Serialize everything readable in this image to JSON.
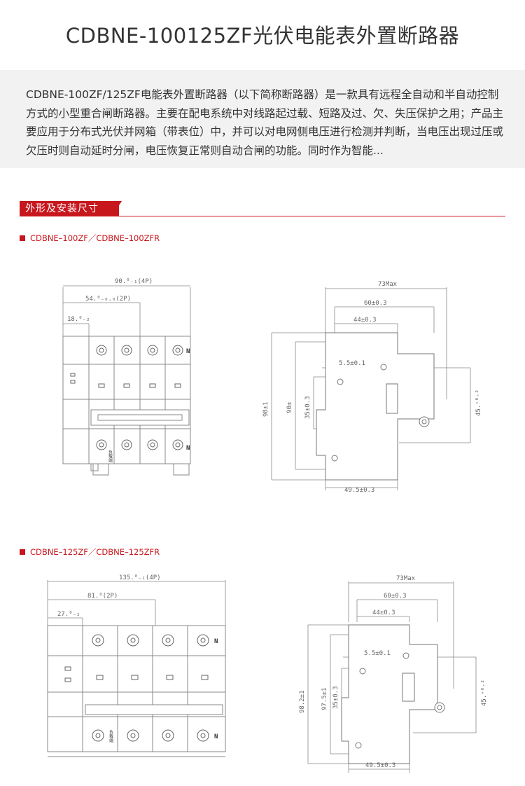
{
  "title": "CDBNE-100125ZF光伏电能表外置断路器",
  "intro": "CDBNE-100ZF/125ZF电能表外置断路器（以下简称断路器）是一款具有远程全自动和半自动控制方式的小型重合闸断路器。主要在配电系统中对线路起过载、短路及过、欠、失压保护之用；产品主要应用于分布式光伏并网箱（带表位）中，并可以对电网侧电压进行检测并判断，当电压出现过压或欠压时则自动延时分闸，电压恢复正常则自动合闸的功能。同时作为智能...",
  "section": {
    "title": "外形及安装尺寸"
  },
  "models": [
    {
      "label": "CDBNE–100ZF／CDBNE–100ZFR",
      "front": {
        "dim_total": "90.⁰₋₁(4P)",
        "dim_2p": "54.⁰₋₀.₈(2P)",
        "dim_pole": "18.⁰₋₂",
        "terminal_mark": "N",
        "load_mark": "负载端"
      },
      "side": {
        "dim_max": "73Max",
        "dim_60": "60±0.3",
        "dim_44": "44±0.3",
        "dim_55": "5.5±0.1",
        "dim_height": "98±1",
        "dim_90": "90±",
        "dim_35": "35±0.3",
        "dim_458": "45.⁺⁰·²",
        "dim_bottom": "49.5±0.3"
      }
    },
    {
      "label": "CDBNE–125ZF／CDBNE–125ZFR",
      "front": {
        "dim_total": "135.⁰₋₁(4P)",
        "dim_2p": "81.⁰(2P)",
        "dim_pole": "27.⁰₋₂",
        "terminal_mark": "N",
        "load_mark": "负载端"
      },
      "side": {
        "dim_max": "73Max",
        "dim_60": "60±0.3",
        "dim_44": "44±0.3",
        "dim_55": "5.5±0.1",
        "dim_height": "98.2±1",
        "dim_90": "97.5±1",
        "dim_35": "35±0.3",
        "dim_458": "45.⁺⁰·²",
        "dim_bottom": "49.5±0.3"
      }
    }
  ]
}
